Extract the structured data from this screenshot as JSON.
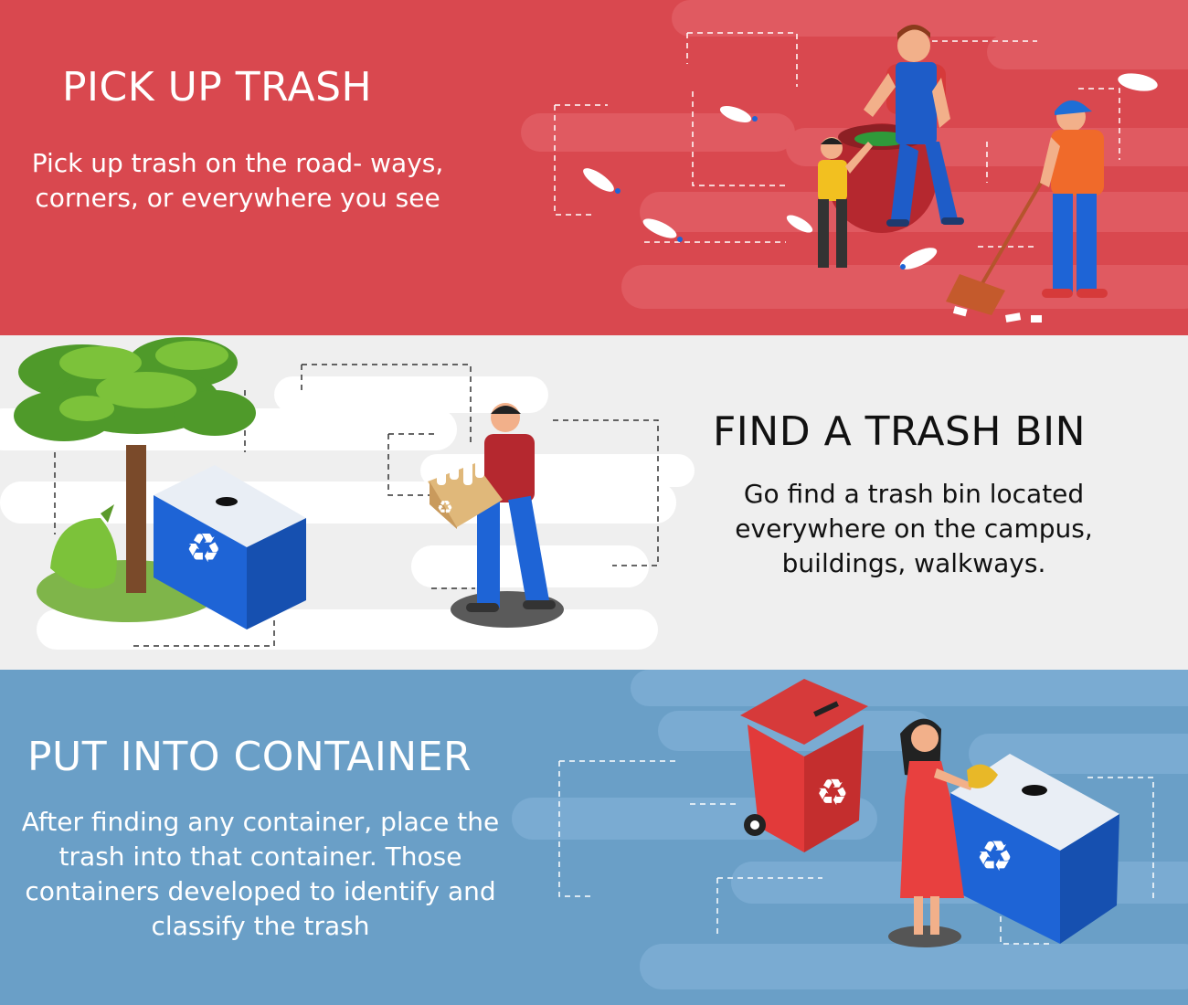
{
  "sections": [
    {
      "title": "PICK UP TRASH",
      "description": "Pick up trash on the road- ways, corners, or everywhere you see",
      "background": "#d9484f",
      "illustration": "people-picking-up-trash-icon"
    },
    {
      "title": "FIND A TRASH BIN",
      "description": "Go find a trash bin located everywhere on the campus, buildings, walkways.",
      "background": "#efefef",
      "illustration": "man-carrying-recycling-box-icon"
    },
    {
      "title": "PUT INTO CONTAINER",
      "description": "After finding any container, place the trash into that container. Those containers developed to identify and classify the trash",
      "background": "#6a9fc7",
      "illustration": "woman-using-recycling-bin-icon"
    }
  ],
  "colors": {
    "red_band": "#d9484f",
    "grey_band": "#efefef",
    "blue_band": "#6a9fc7",
    "recycle_blue": "#1e64d6",
    "bin_red": "#e23a3a",
    "tree_green": "#6fae2e"
  }
}
